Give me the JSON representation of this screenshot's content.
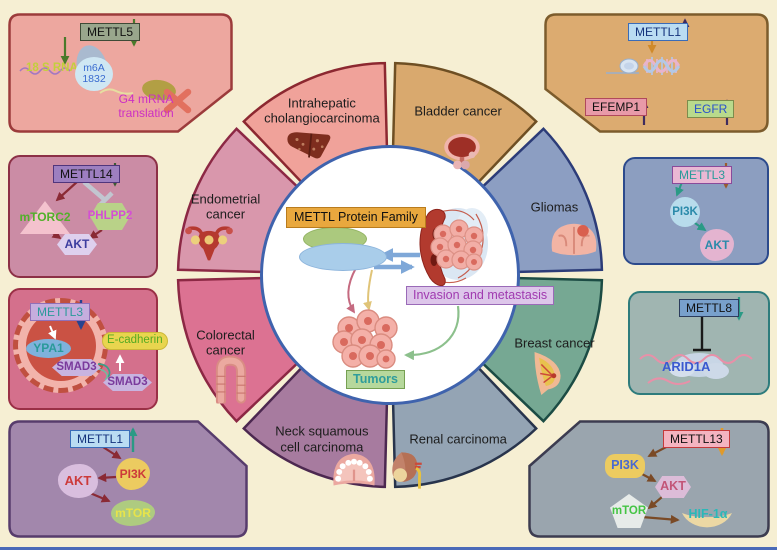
{
  "center": {
    "family_label": "METTL Protein Family",
    "invasion_label": "Invasion and metastasis",
    "tumors_label": "Tumors"
  },
  "wheel": {
    "segments": [
      {
        "id": "bladder-cancer",
        "label": "Bladder cancer",
        "fill": "#d9a96e",
        "stroke": "#6e4f23",
        "icon": "bladder-icon"
      },
      {
        "id": "gliomas",
        "label": "Gliomas",
        "fill": "#8c9ec2",
        "stroke": "#2c3c78",
        "icon": "brain-icon"
      },
      {
        "id": "breast-cancer",
        "label": "Breast cancer",
        "fill": "#76a893",
        "stroke": "#1c4c44",
        "icon": "breast-icon"
      },
      {
        "id": "renal-carcinoma",
        "label": "Renal carcinoma",
        "fill": "#94a4b4",
        "stroke": "#28344c",
        "icon": "kidney-icon"
      },
      {
        "id": "neck-squamous-cell-carcinoma",
        "label": "Neck squamous cell carcinoma",
        "fill": "#a77b9f",
        "stroke": "#4c2850",
        "icon": "mouth-icon"
      },
      {
        "id": "colorectal-cancer",
        "label": "Colorectal cancer",
        "fill": "#dc7292",
        "stroke": "#8c2844",
        "icon": "colon-icon"
      },
      {
        "id": "endometrial-cancer",
        "label": "Endometrial cancer",
        "fill": "#d997ac",
        "stroke": "#8c2844",
        "icon": "uterus-icon"
      },
      {
        "id": "intrahepatic-cholangiocarcinoma",
        "label": "Intrahepatic cholangiocarcinoma",
        "fill": "#f0a29a",
        "stroke": "#8c2830",
        "icon": "liver-icon"
      }
    ]
  },
  "boxes": {
    "top_left": {
      "gene": "METTL5",
      "rna": "18 S RNA",
      "m6a_line1": "m6A",
      "m6a_line2": "1832",
      "g4_line1": "G4 mRNA",
      "g4_line2": "translation"
    },
    "top_right": {
      "gene": "METTL1",
      "efemp1": "EFEMP1",
      "egfr": "EGFR"
    },
    "left_upper": {
      "gene": "METTL14",
      "mtorc2": "mTORC2",
      "phlpp2": "PHLPP2",
      "akt": "AKT"
    },
    "left_lower": {
      "gene": "METTL3",
      "ypa1": "YPA1",
      "smad3_inner": "SMAD3",
      "smad3_outer": "SMAD3",
      "ecadherin": "E-cadherin"
    },
    "bottom_left": {
      "gene": "METTL1",
      "pi3k": "PI3K",
      "akt": "AKT",
      "mtor": "mTOR"
    },
    "right_upper": {
      "gene": "METTL3",
      "pi3k": "PI3K",
      "akt": "AKT"
    },
    "right_lower": {
      "gene": "METTL8",
      "arid1a": "ARID1A"
    },
    "bottom_right": {
      "gene": "METTL13",
      "pi3k": "PI3K",
      "akt": "AKT",
      "mtor": "mTOR",
      "hif1a": "HIF-1α"
    }
  }
}
